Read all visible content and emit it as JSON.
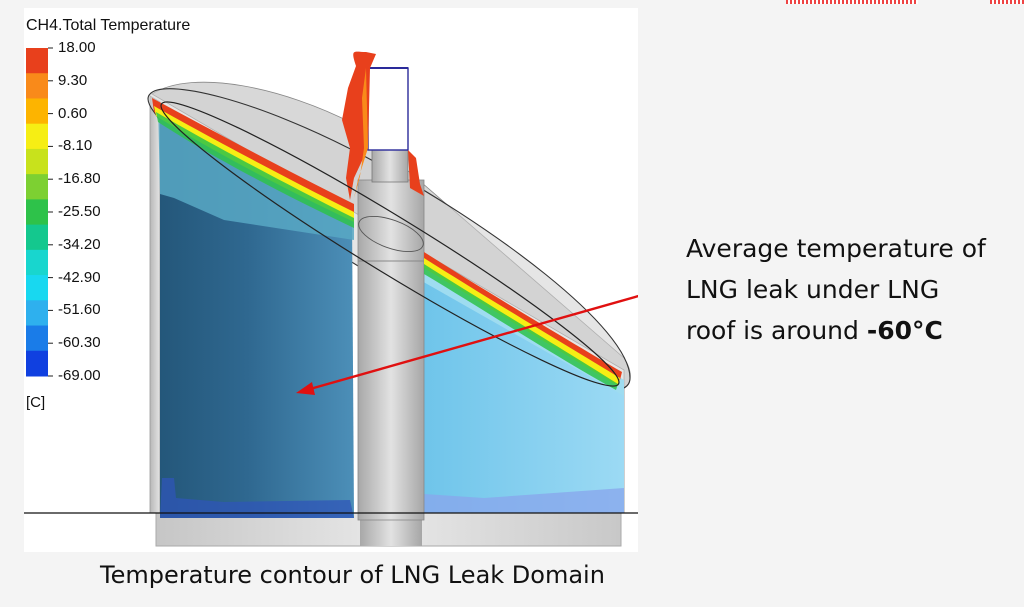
{
  "legend": {
    "title": "CH4.Total Temperature",
    "unit": "[C]",
    "ticks": [
      "18.00",
      "9.30",
      "0.60",
      "-8.10",
      "-16.80",
      "-25.50",
      "-34.20",
      "-42.90",
      "-51.60",
      "-60.30",
      "-69.00"
    ],
    "colors": [
      "#e8401c",
      "#f98a1a",
      "#fdb400",
      "#f6ee14",
      "#c8e21c",
      "#7dd032",
      "#2ec24a",
      "#14c88e",
      "#18d6ce",
      "#18d8f0",
      "#2eb0ee",
      "#1a7ce8",
      "#1040e0"
    ]
  },
  "annotation": {
    "line1": "Average temperature of",
    "line2": "LNG leak under LNG",
    "line3_prefix": "roof is around ",
    "line3_value": "-60°C"
  },
  "caption": "Temperature contour of LNG Leak Domain",
  "colors": {
    "arrow": "#e01010",
    "tank_dark": "#2e6388",
    "tank_light": "#8cd0ee",
    "pipe": "#c4c4c4"
  }
}
